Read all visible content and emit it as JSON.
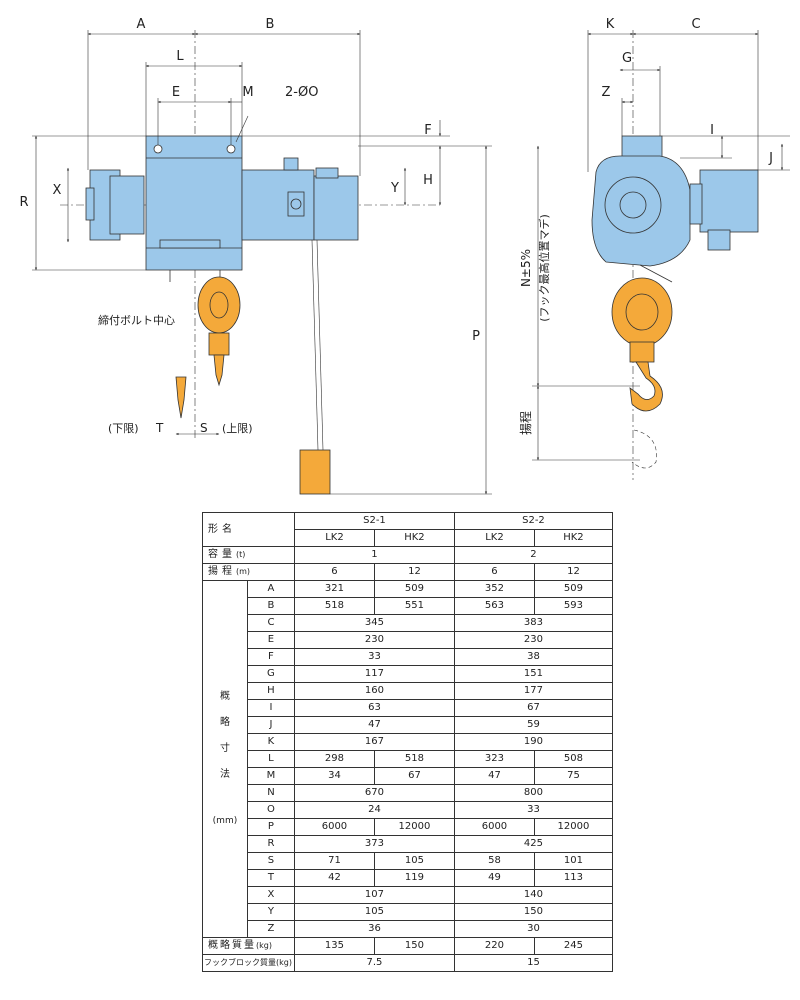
{
  "drawing": {
    "dim_labels": {
      "A": "A",
      "B": "B",
      "L": "L",
      "E": "E",
      "M": "M",
      "hole": "2-ØO",
      "F": "F",
      "H": "H",
      "X": "X",
      "Y": "Y",
      "R": "R",
      "P": "P",
      "K": "K",
      "C": "C",
      "G": "G",
      "Z": "Z",
      "I": "I",
      "J": "J"
    },
    "bolt_center_label": "締付ボルト中心",
    "lower_limit_label": "(下限)",
    "upper_limit_label": "(上限)",
    "T": "T",
    "S": "S",
    "n_label": "N±5%",
    "n_sub_label": "(フック最高位置マデ)",
    "lift_label": "揚程"
  },
  "table": {
    "header": {
      "model_label": "形名",
      "s21": "S2-1",
      "s22": "S2-2"
    },
    "types": [
      "LK2",
      "HK2",
      "LK2",
      "HK2"
    ],
    "capacity": {
      "label": "容量",
      "unit": "(t)",
      "s21": "1",
      "s22": "2"
    },
    "lift": {
      "label": "揚程",
      "unit": "(m)",
      "values": [
        "6",
        "12",
        "6",
        "12"
      ]
    },
    "group_label": [
      "概",
      "略",
      "寸",
      "法"
    ],
    "group_unit": "(mm)",
    "rows": [
      {
        "key": "A",
        "values": [
          "321",
          "509",
          "352",
          "509"
        ]
      },
      {
        "key": "B",
        "values": [
          "518",
          "551",
          "563",
          "593"
        ]
      },
      {
        "key": "C",
        "values": [
          "345",
          "383"
        ]
      },
      {
        "key": "E",
        "values": [
          "230",
          "230"
        ]
      },
      {
        "key": "F",
        "values": [
          "33",
          "38"
        ]
      },
      {
        "key": "G",
        "values": [
          "117",
          "151"
        ]
      },
      {
        "key": "H",
        "values": [
          "160",
          "177"
        ]
      },
      {
        "key": "I",
        "values": [
          "63",
          "67"
        ]
      },
      {
        "key": "J",
        "values": [
          "47",
          "59"
        ]
      },
      {
        "key": "K",
        "values": [
          "167",
          "190"
        ]
      },
      {
        "key": "L",
        "values": [
          "298",
          "518",
          "323",
          "508"
        ]
      },
      {
        "key": "M",
        "values": [
          "34",
          "67",
          "47",
          "75"
        ]
      },
      {
        "key": "N",
        "values": [
          "670",
          "800"
        ]
      },
      {
        "key": "O",
        "values": [
          "24",
          "33"
        ]
      },
      {
        "key": "P",
        "values": [
          "6000",
          "12000",
          "6000",
          "12000"
        ]
      },
      {
        "key": "R",
        "values": [
          "373",
          "425"
        ]
      },
      {
        "key": "S",
        "values": [
          "71",
          "105",
          "58",
          "101"
        ]
      },
      {
        "key": "T",
        "values": [
          "42",
          "119",
          "49",
          "113"
        ]
      },
      {
        "key": "X",
        "values": [
          "107",
          "140"
        ]
      },
      {
        "key": "Y",
        "values": [
          "105",
          "150"
        ]
      },
      {
        "key": "Z",
        "values": [
          "36",
          "30"
        ]
      }
    ],
    "weight": {
      "label": "概略質量",
      "unit": "(kg)",
      "values": [
        "135",
        "150",
        "220",
        "245"
      ]
    },
    "hook_weight": {
      "label": "フックブロック質量",
      "unit": "(kg)",
      "s21": "7.5",
      "s22": "15"
    }
  },
  "colors": {
    "body": "#9cc8ea",
    "hook": "#f4a93a",
    "line": "#333333"
  }
}
